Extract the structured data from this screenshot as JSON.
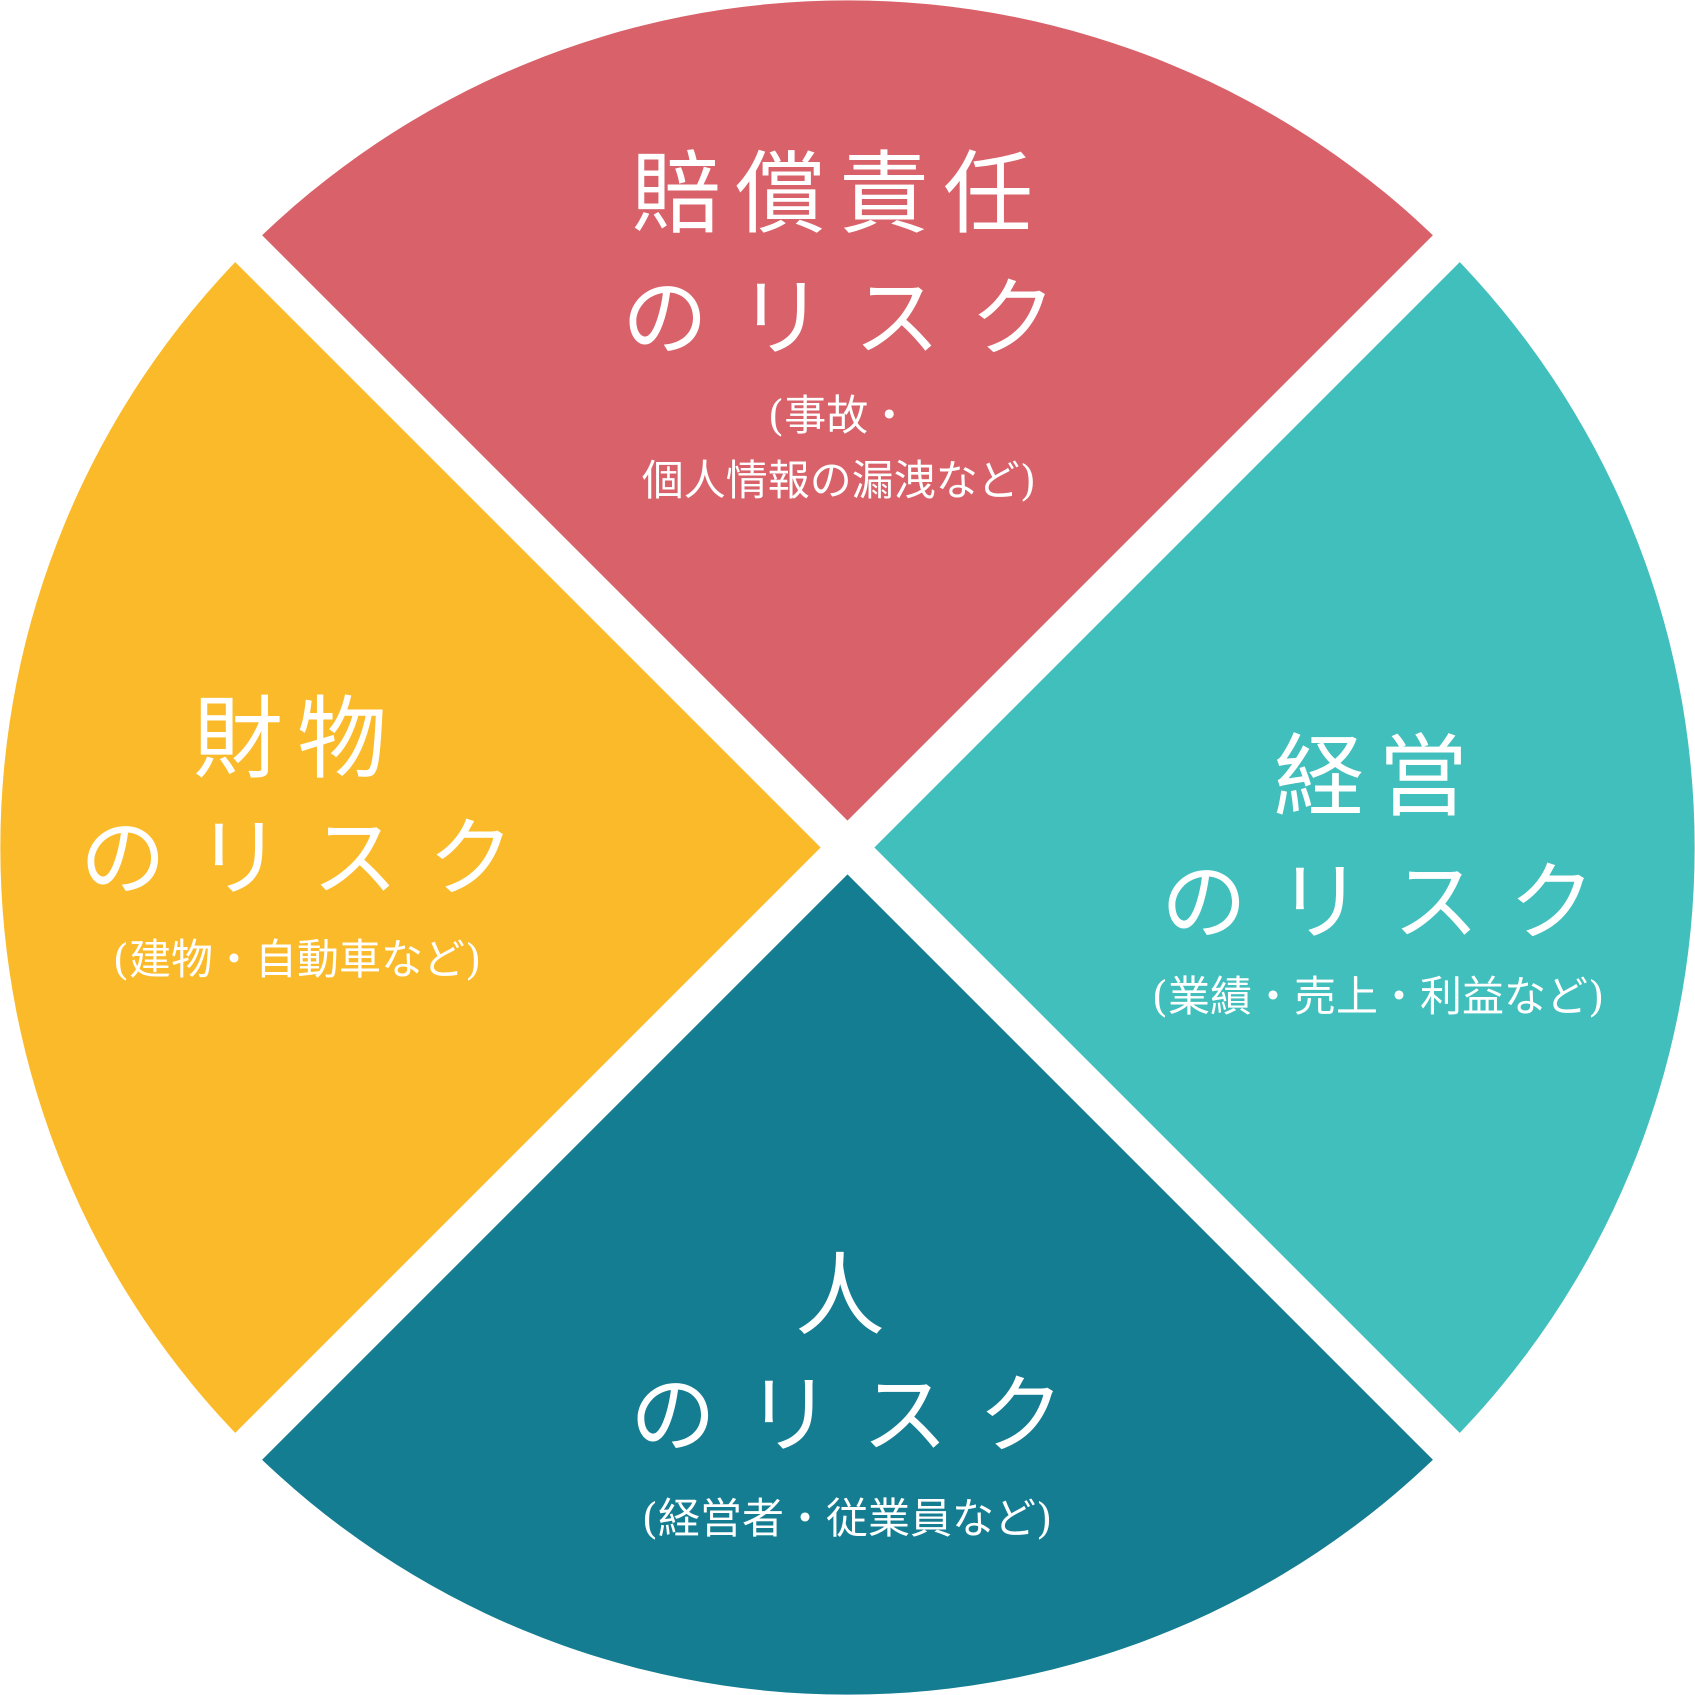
{
  "colors": {
    "liability": "#D9626A",
    "property": "#FBBA29",
    "management": "#41BFBC",
    "people": "#157D91",
    "gap": "#FFFFFF"
  },
  "segments": {
    "liability": {
      "title": "賠償責任",
      "risk": "のリスク",
      "sub_line1": "(事故・",
      "sub_line2": "個人情報の漏洩など)"
    },
    "property": {
      "title": "財物",
      "risk": "のリスク",
      "sub": "(建物・自動車など)"
    },
    "management": {
      "title": "経営",
      "risk": "のリスク",
      "sub": "(業績・売上・利益など)"
    },
    "people": {
      "title": "人",
      "risk": "のリスク",
      "sub": "(経営者・従業員など)"
    }
  }
}
